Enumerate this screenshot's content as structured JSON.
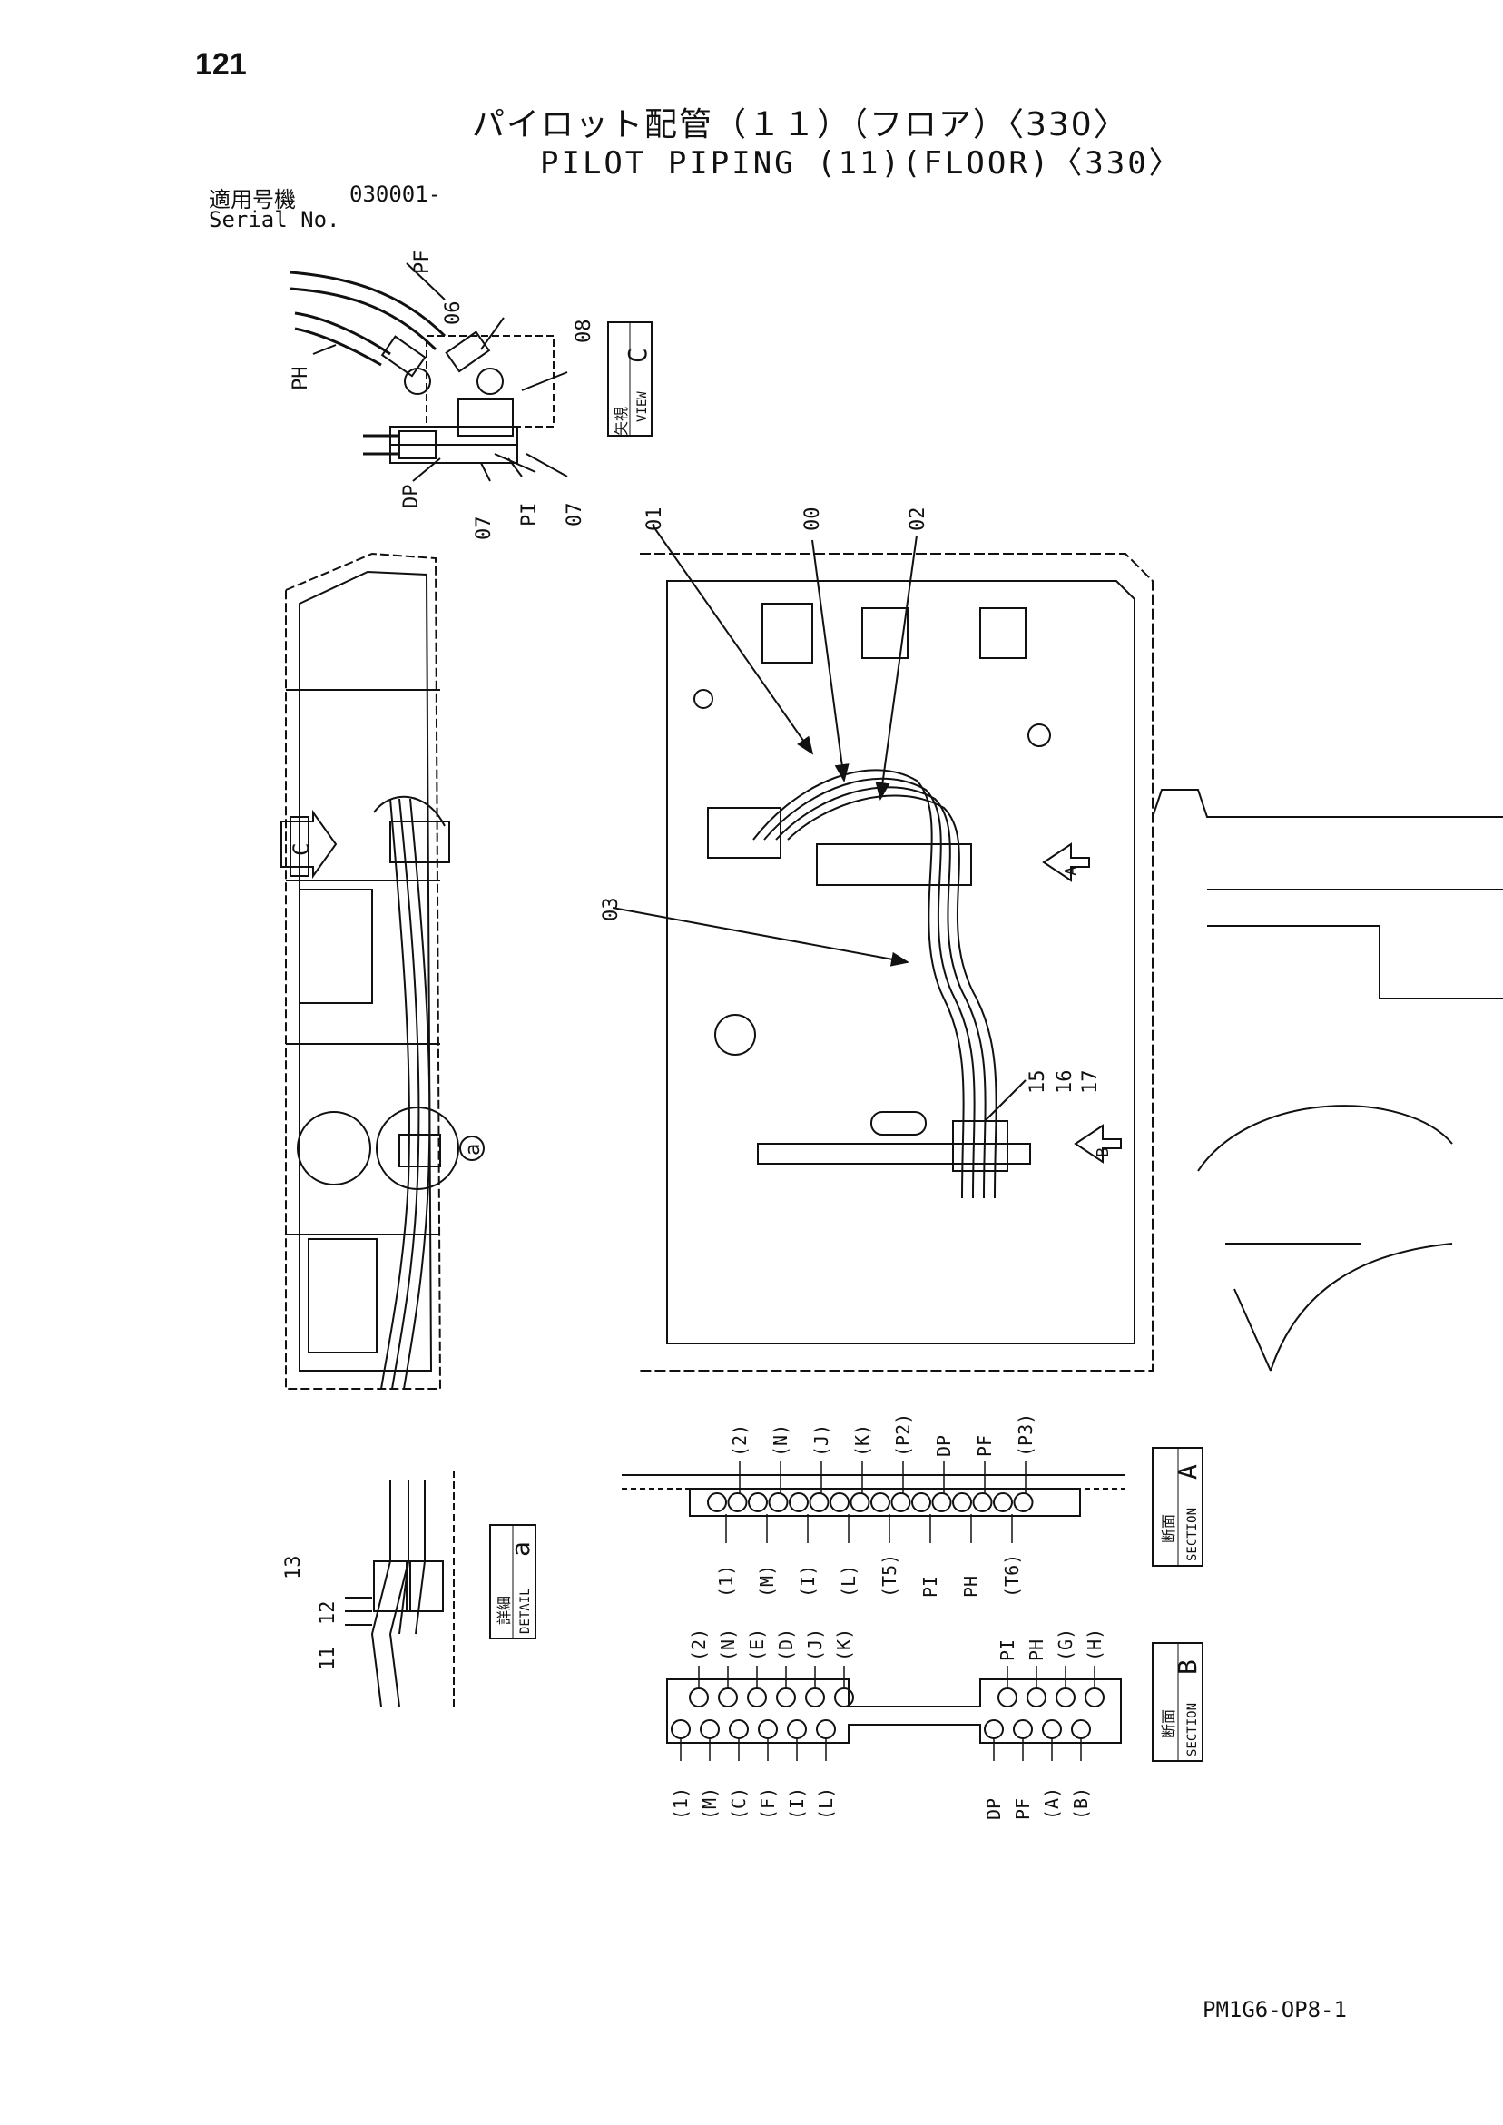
{
  "header": {
    "page_number": "121",
    "title_jp": "パイロット配管（１１）（フロア）〈330〉",
    "title_en": "PILOT PIPING (11)(FLOOR)〈330〉",
    "serial_label_jp": "適用号機",
    "serial_value": "030001-",
    "serial_label_en": "Serial No."
  },
  "view_c": {
    "box_jp": "矢視",
    "box_en": "VIEW",
    "box_letter": "C",
    "labels": {
      "pf": "PF",
      "ph": "PH",
      "p06": "06",
      "p08": "08",
      "dp": "DP",
      "p07a": "07",
      "pi": "PI",
      "p07b": "07"
    }
  },
  "main_view": {
    "labels": {
      "p01": "01",
      "p00": "00",
      "p02": "02",
      "p03": "03",
      "p15": "15",
      "p16": "16",
      "p17": "17",
      "arrow_a": "A",
      "arrow_b": "B"
    }
  },
  "side_view": {
    "labels": {
      "arrow_c": "C",
      "detail_ref": "a"
    }
  },
  "detail_a": {
    "box_jp": "詳細",
    "box_en": "DETAIL",
    "box_letter": "a",
    "labels": {
      "p13": "13",
      "p12": "12",
      "p11": "11"
    }
  },
  "section_a": {
    "box_jp": "断面",
    "box_en": "SECTION",
    "box_letter": "A",
    "top_labels": [
      "(2)",
      "(N)",
      "(J)",
      "(K)",
      "(P2)",
      "DP",
      "PF",
      "(P3)"
    ],
    "bottom_labels": [
      "(1)",
      "(M)",
      "(I)",
      "(L)",
      "(T5)",
      "PI",
      "PH",
      "(T6)"
    ]
  },
  "section_b": {
    "box_jp": "断面",
    "box_en": "SECTION",
    "box_letter": "B",
    "top_left_labels": [
      "(2)",
      "(N)",
      "(E)",
      "(D)",
      "(J)",
      "(K)"
    ],
    "top_right_labels": [
      "PI",
      "PH",
      "(G)",
      "(H)"
    ],
    "bottom_left_labels": [
      "(1)",
      "(M)",
      "(C)",
      "(F)",
      "(I)",
      "(L)"
    ],
    "bottom_right_labels": [
      "DP",
      "PF",
      "(A)",
      "(B)"
    ]
  },
  "footer": {
    "doc_code": "PM1G6-OP8-1"
  }
}
